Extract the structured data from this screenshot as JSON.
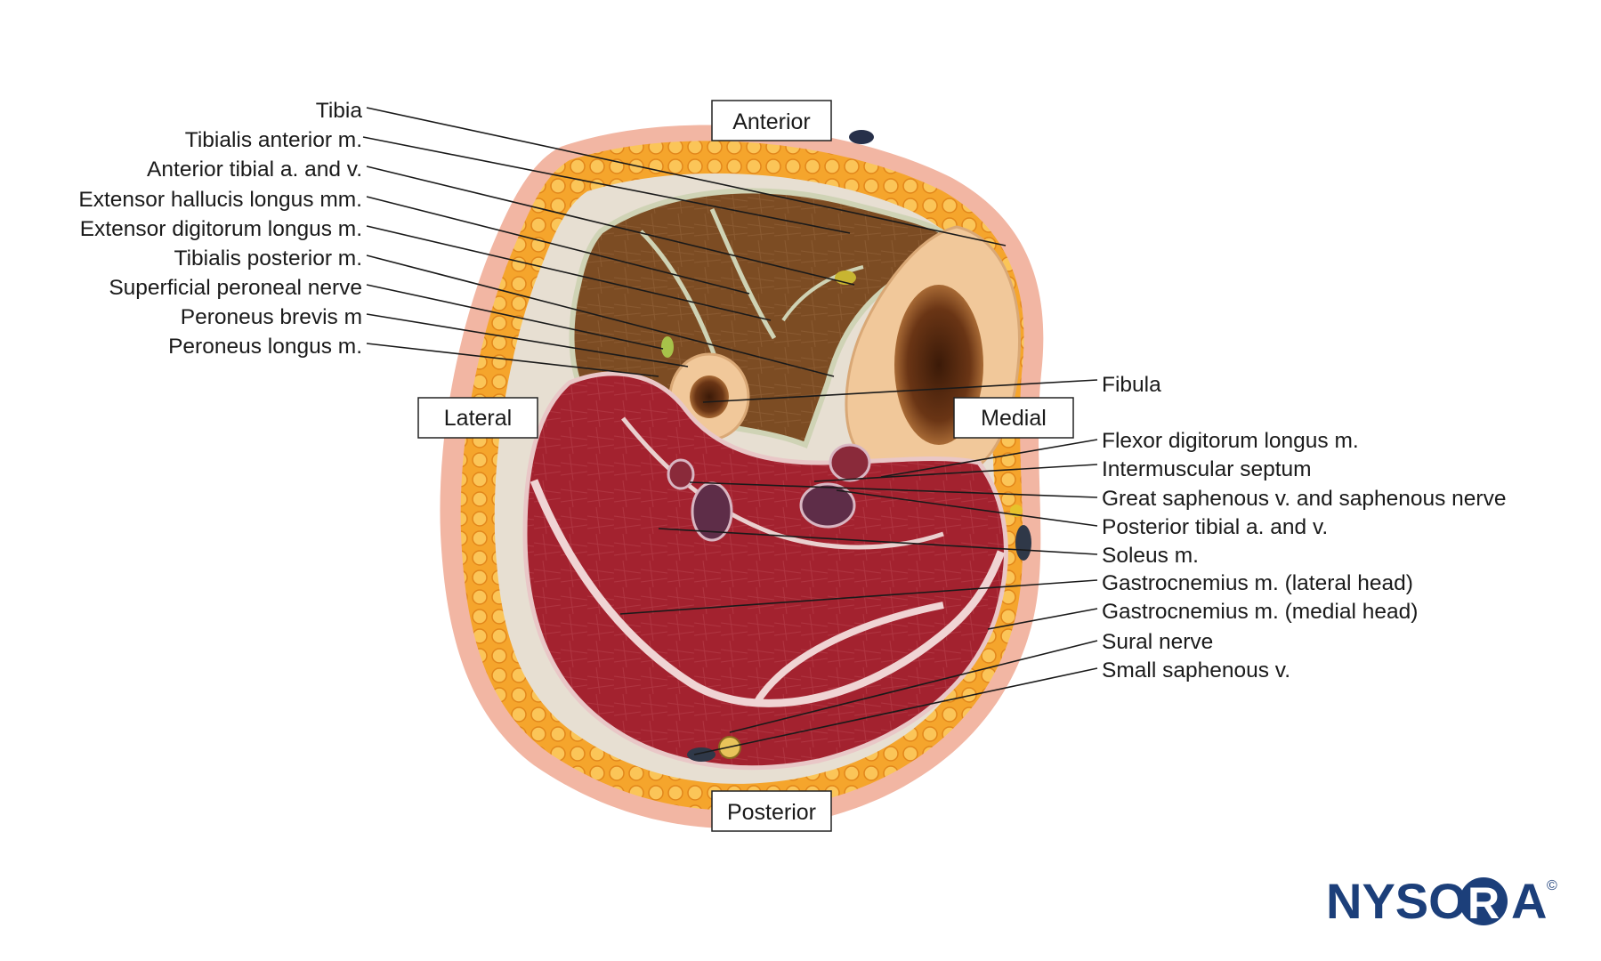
{
  "orientation": {
    "anterior": "Anterior",
    "posterior": "Posterior",
    "lateral": "Lateral",
    "medial": "Medial"
  },
  "labels_left": [
    "Tibia",
    "Tibialis anterior m.",
    "Anterior tibial a. and v.",
    "Extensor hallucis longus mm.",
    "Extensor digitorum longus m.",
    "Tibialis posterior m.",
    "Superficial peroneal nerve",
    "Peroneus brevis m",
    "Peroneus longus m."
  ],
  "labels_right": [
    "Fibula",
    "Flexor digitorum longus m.",
    "Intermuscular septum",
    "Great saphenous v. and saphenous nerve",
    "Posterior tibial a. and v.",
    "Soleus m.",
    "Gastrocnemius m. (lateral head)",
    "Gastrocnemius m. (medial head)",
    "Sural nerve",
    "Small saphenous v."
  ],
  "logo": {
    "text_left": "NYSO",
    "text_circle": "R",
    "text_right": "A",
    "mark": "©"
  },
  "colors": {
    "fat": "#f2a33a",
    "skin": "#f4b9a2",
    "anterior_muscle": "#7a4a22",
    "posterior_muscle": "#9b2230",
    "bone": "#f1c89a",
    "marrow": "#5a2a12",
    "fascia": "#dcdcc8",
    "logo": "#1c3f7a"
  }
}
